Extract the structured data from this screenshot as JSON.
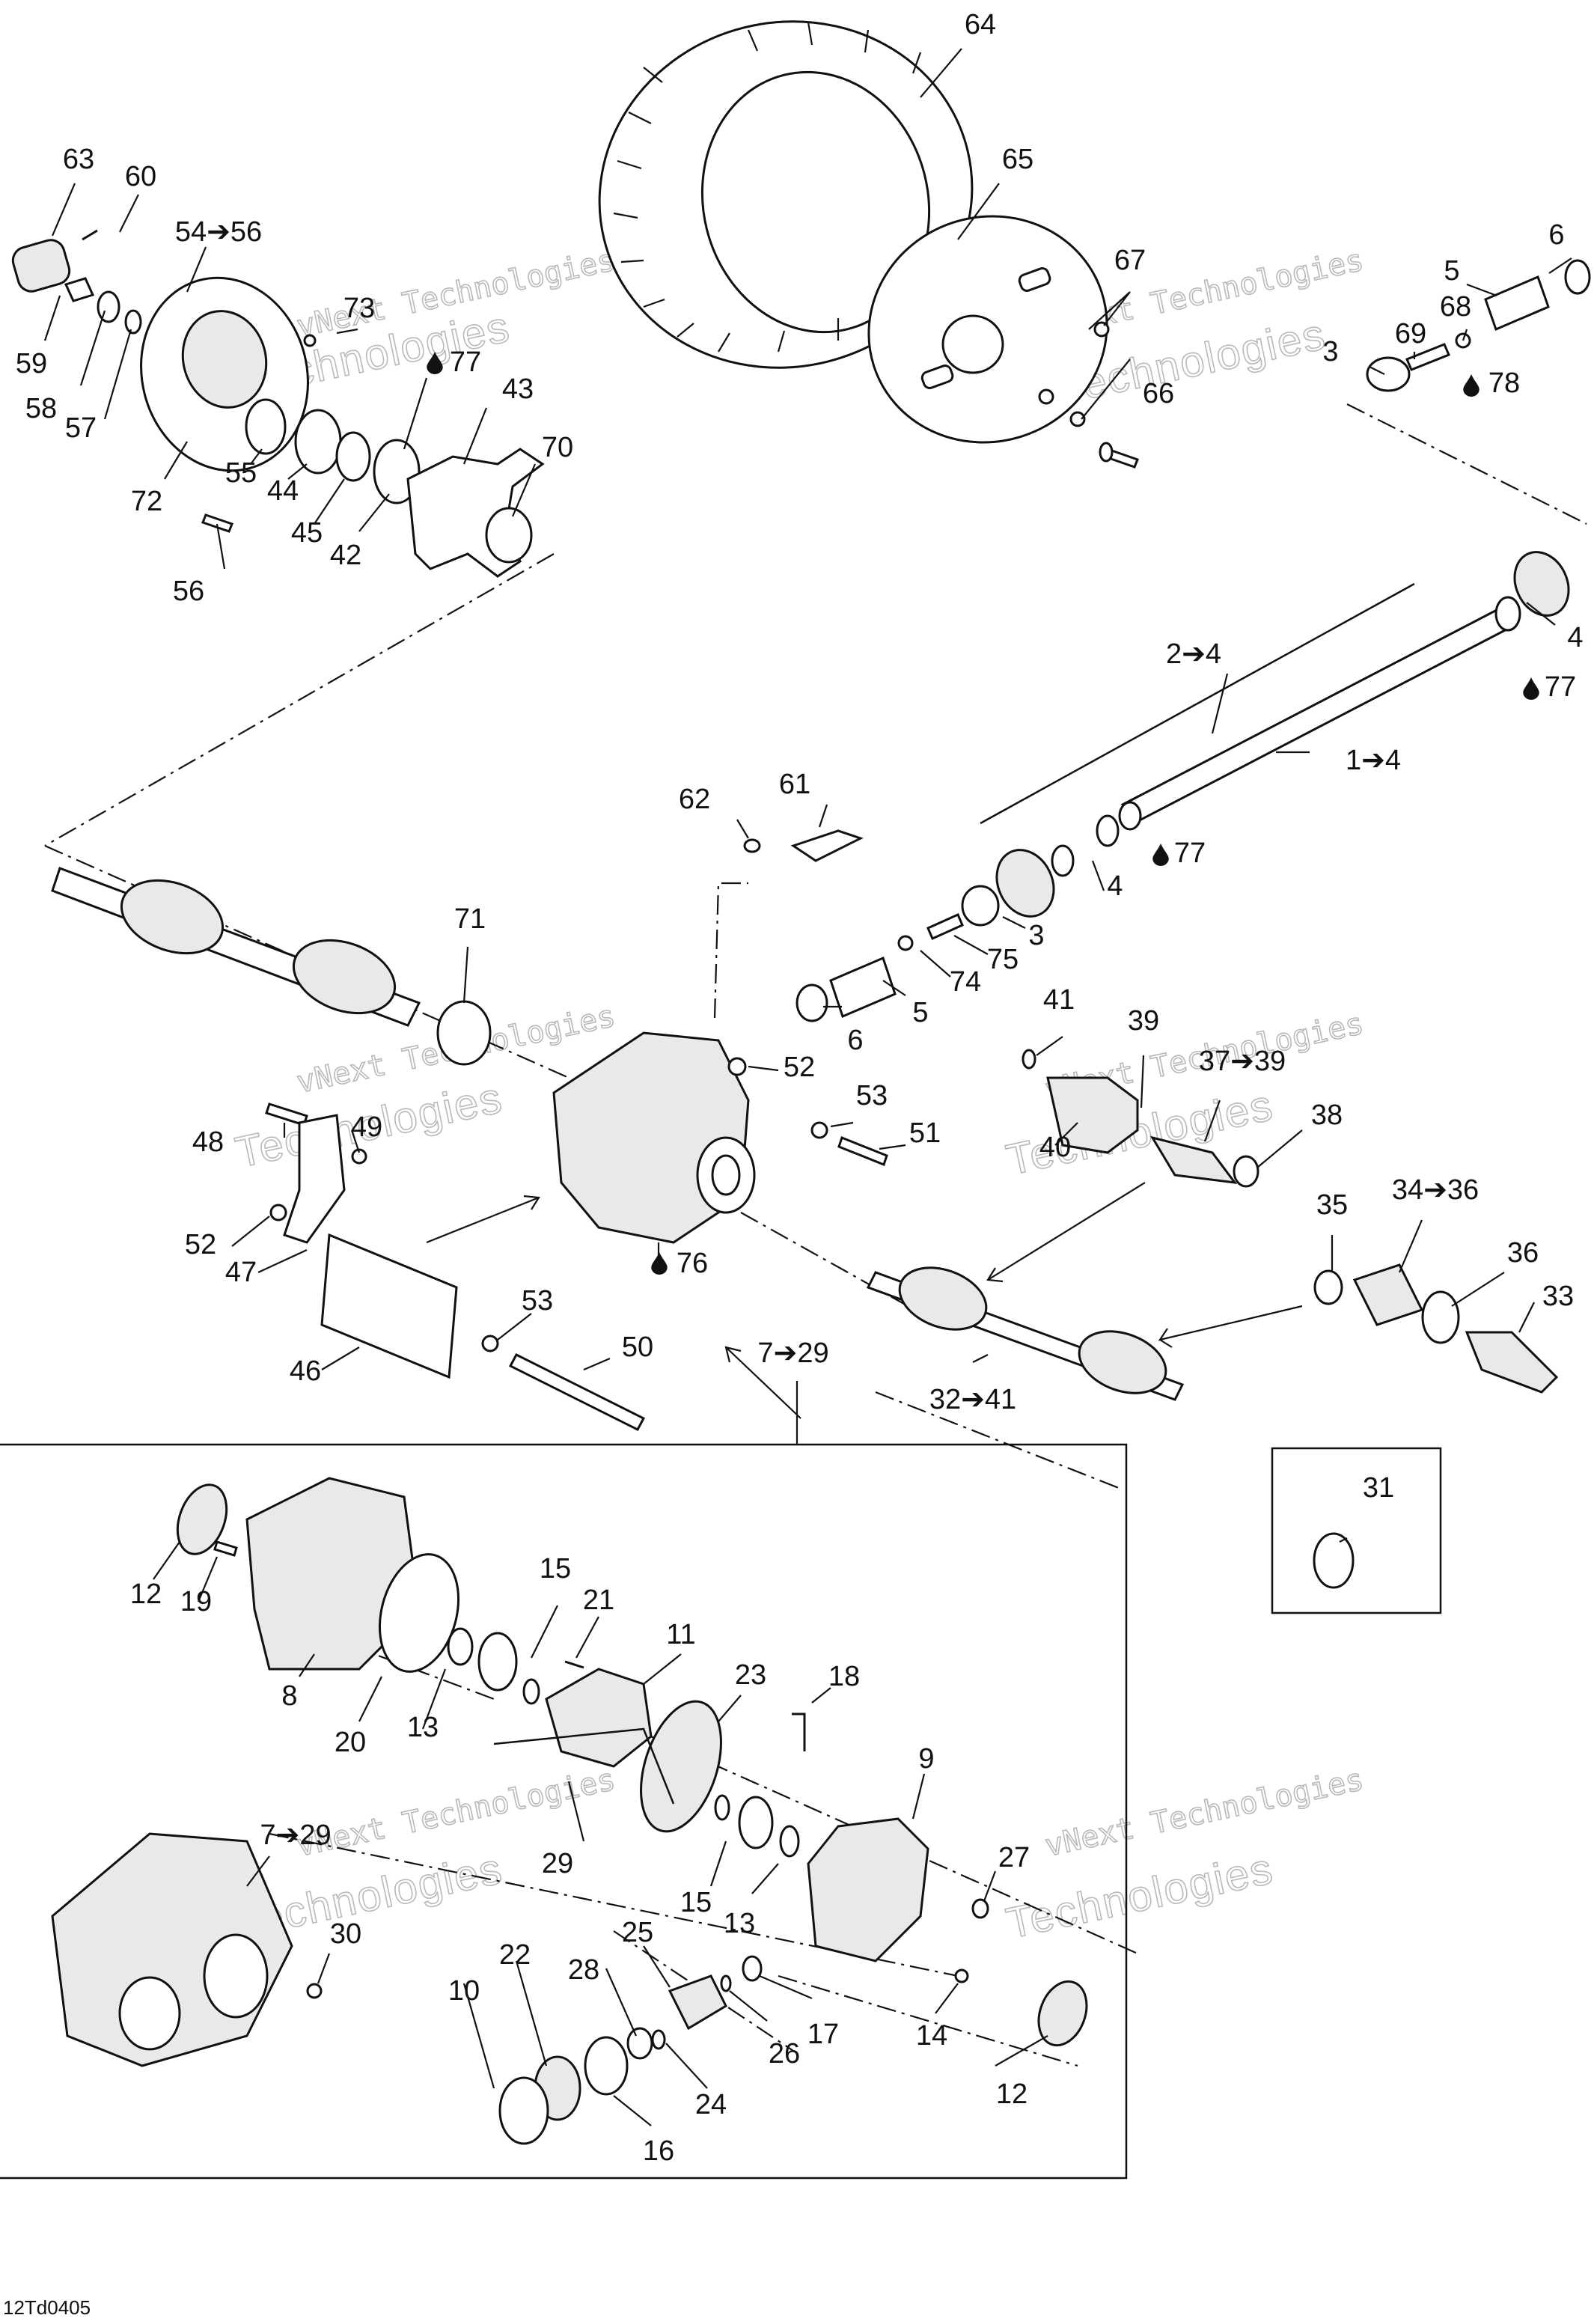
{
  "drawing_code": "12Td0405",
  "watermark": {
    "line1": "vNext Technologies",
    "line2": "Technologies"
  },
  "callouts": [
    {
      "id": "c64",
      "text": "64"
    },
    {
      "id": "c65",
      "text": "65"
    },
    {
      "id": "c63",
      "text": "63"
    },
    {
      "id": "c60",
      "text": "60"
    },
    {
      "id": "c54",
      "text": "54➔56"
    },
    {
      "id": "c73",
      "text": "73"
    },
    {
      "id": "c77a",
      "text": "77"
    },
    {
      "id": "c43",
      "text": "43"
    },
    {
      "id": "c70",
      "text": "70"
    },
    {
      "id": "c59",
      "text": "59"
    },
    {
      "id": "c58",
      "text": "58"
    },
    {
      "id": "c57",
      "text": "57"
    },
    {
      "id": "c72",
      "text": "72"
    },
    {
      "id": "c55",
      "text": "55"
    },
    {
      "id": "c44",
      "text": "44"
    },
    {
      "id": "c45",
      "text": "45"
    },
    {
      "id": "c42",
      "text": "42"
    },
    {
      "id": "c56",
      "text": "56"
    },
    {
      "id": "c67",
      "text": "67"
    },
    {
      "id": "c66",
      "text": "66"
    },
    {
      "id": "c6a",
      "text": "6"
    },
    {
      "id": "c5a",
      "text": "5"
    },
    {
      "id": "c68",
      "text": "68"
    },
    {
      "id": "c69",
      "text": "69"
    },
    {
      "id": "c3a",
      "text": "3"
    },
    {
      "id": "c78",
      "text": "78"
    },
    {
      "id": "c4a",
      "text": "4"
    },
    {
      "id": "c77b",
      "text": "77"
    },
    {
      "id": "c2",
      "text": "2➔4"
    },
    {
      "id": "c1",
      "text": "1➔4"
    },
    {
      "id": "c62",
      "text": "62"
    },
    {
      "id": "c61",
      "text": "61"
    },
    {
      "id": "c77c",
      "text": "77"
    },
    {
      "id": "c4b",
      "text": "4"
    },
    {
      "id": "c3b",
      "text": "3"
    },
    {
      "id": "c75",
      "text": "75"
    },
    {
      "id": "c74",
      "text": "74"
    },
    {
      "id": "c5b",
      "text": "5"
    },
    {
      "id": "c6b",
      "text": "6"
    },
    {
      "id": "c71",
      "text": "71"
    },
    {
      "id": "c52a",
      "text": "52"
    },
    {
      "id": "c53a",
      "text": "53"
    },
    {
      "id": "c51",
      "text": "51"
    },
    {
      "id": "c41",
      "text": "41"
    },
    {
      "id": "c39",
      "text": "39"
    },
    {
      "id": "c37",
      "text": "37➔39"
    },
    {
      "id": "c38",
      "text": "38"
    },
    {
      "id": "c40",
      "text": "40"
    },
    {
      "id": "c48",
      "text": "48"
    },
    {
      "id": "c49",
      "text": "49"
    },
    {
      "id": "c52b",
      "text": "52"
    },
    {
      "id": "c47",
      "text": "47"
    },
    {
      "id": "c76",
      "text": "76"
    },
    {
      "id": "c35",
      "text": "35"
    },
    {
      "id": "c34",
      "text": "34➔36"
    },
    {
      "id": "c36",
      "text": "36"
    },
    {
      "id": "c33",
      "text": "33"
    },
    {
      "id": "c53b",
      "text": "53"
    },
    {
      "id": "c50",
      "text": "50"
    },
    {
      "id": "c46",
      "text": "46"
    },
    {
      "id": "c7a",
      "text": "7➔29"
    },
    {
      "id": "c32",
      "text": "32➔41"
    },
    {
      "id": "c31",
      "text": "31"
    },
    {
      "id": "c12a",
      "text": "12"
    },
    {
      "id": "c19",
      "text": "19"
    },
    {
      "id": "c15a",
      "text": "15"
    },
    {
      "id": "c21",
      "text": "21"
    },
    {
      "id": "c11",
      "text": "11"
    },
    {
      "id": "c23",
      "text": "23"
    },
    {
      "id": "c18",
      "text": "18"
    },
    {
      "id": "c8",
      "text": "8"
    },
    {
      "id": "c20",
      "text": "20"
    },
    {
      "id": "c13a",
      "text": "13"
    },
    {
      "id": "c9",
      "text": "9"
    },
    {
      "id": "c29",
      "text": "29"
    },
    {
      "id": "c7b",
      "text": "7➔29"
    },
    {
      "id": "c27",
      "text": "27"
    },
    {
      "id": "c15b",
      "text": "15"
    },
    {
      "id": "c13b",
      "text": "13"
    },
    {
      "id": "c30",
      "text": "30"
    },
    {
      "id": "c25",
      "text": "25"
    },
    {
      "id": "c28",
      "text": "28"
    },
    {
      "id": "c17",
      "text": "17"
    },
    {
      "id": "c14",
      "text": "14"
    },
    {
      "id": "c26",
      "text": "26"
    },
    {
      "id": "c12b",
      "text": "12"
    },
    {
      "id": "c10",
      "text": "10"
    },
    {
      "id": "c22",
      "text": "22"
    },
    {
      "id": "c24",
      "text": "24"
    },
    {
      "id": "c16",
      "text": "16"
    }
  ]
}
